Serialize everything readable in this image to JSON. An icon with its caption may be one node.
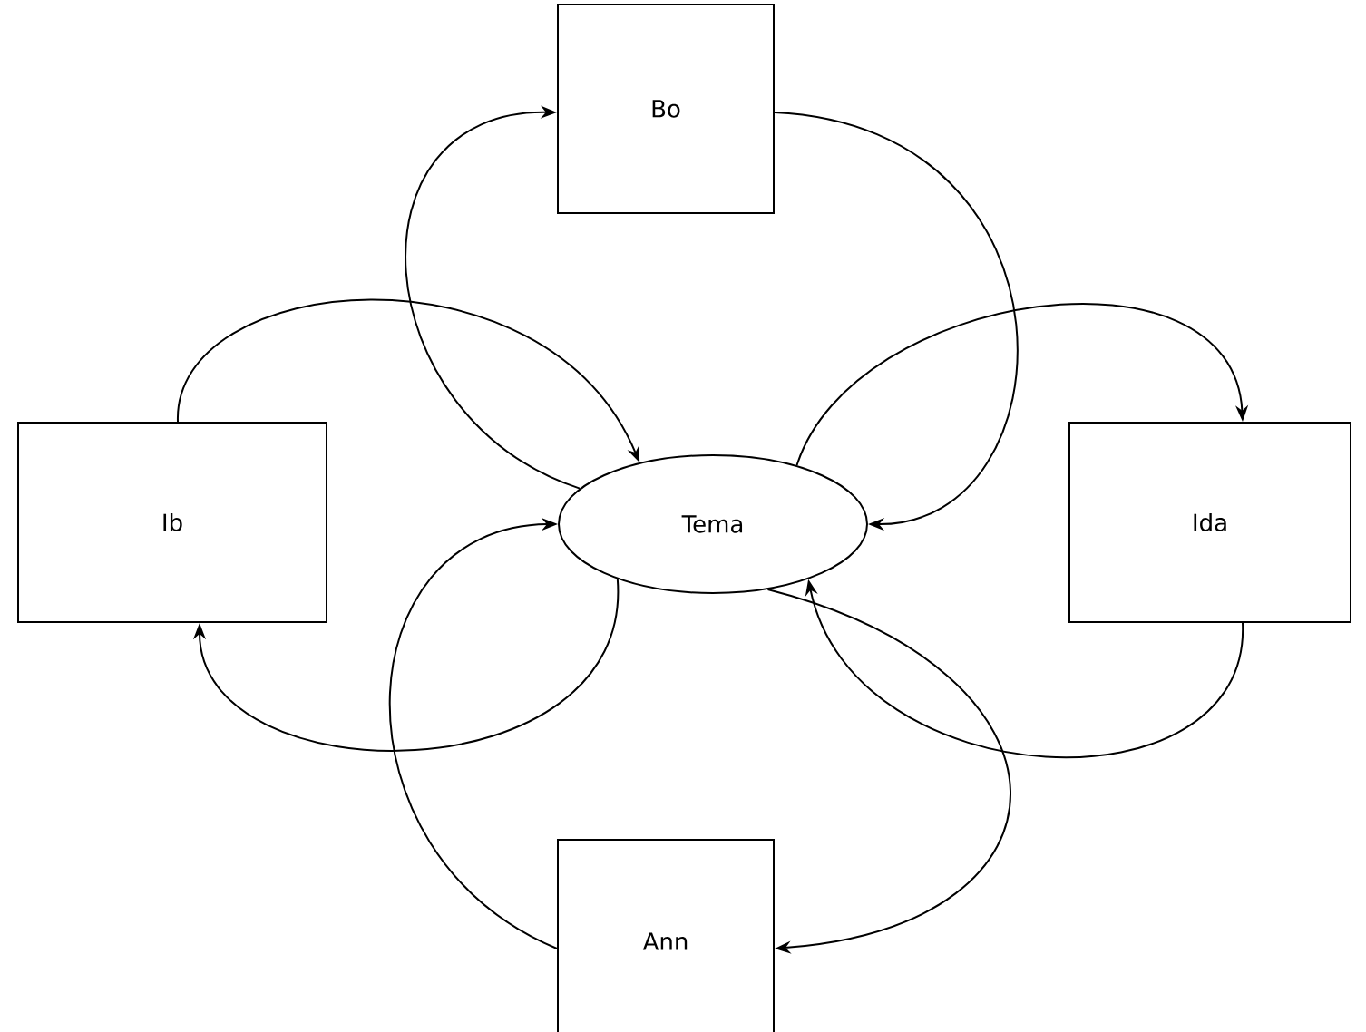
{
  "diagram": {
    "nodes": [
      {
        "text": [
          "Bo"
        ]
      },
      {
        "text": [
          "Ib"
        ]
      },
      {
        "text": [
          "Tema"
        ]
      },
      {
        "text": [
          "Ida"
        ]
      },
      {
        "text": [
          "Ann"
        ]
      }
    ],
    "edges": [
      {
        "from": 1,
        "to": 2,
        "arrow": "to"
      },
      {
        "from": 2,
        "to": 0,
        "arrow": "to"
      },
      {
        "from": 0,
        "to": 2,
        "arrow": "to"
      },
      {
        "from": 2,
        "to": 3,
        "arrow": "to"
      },
      {
        "from": 3,
        "to": 2,
        "arrow": "to"
      },
      {
        "from": 2,
        "to": 4,
        "arrow": "to"
      },
      {
        "from": 4,
        "to": 2,
        "arrow": "to"
      },
      {
        "from": 2,
        "to": 1,
        "arrow": "to"
      }
    ]
  }
}
